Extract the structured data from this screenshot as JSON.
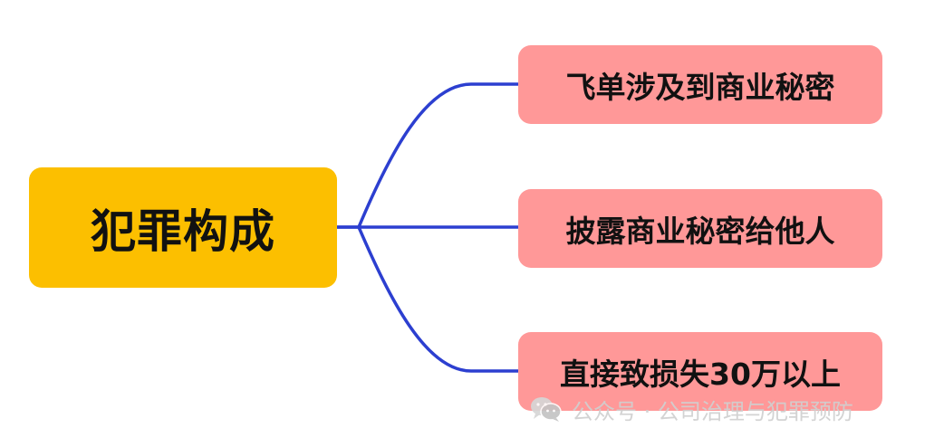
{
  "root": {
    "label": "犯罪构成",
    "color": "#fcbf00"
  },
  "children": [
    {
      "label": "飞单涉及到商业秘密"
    },
    {
      "label": "披露商业秘密给他人"
    },
    {
      "label": "直接致损失30万以上"
    }
  ],
  "child_color": "#ff9898",
  "connector_color": "#2c3fd0",
  "watermark": {
    "icon": "wechat-icon",
    "text": "公众号 · 公司治理与犯罪预防"
  }
}
